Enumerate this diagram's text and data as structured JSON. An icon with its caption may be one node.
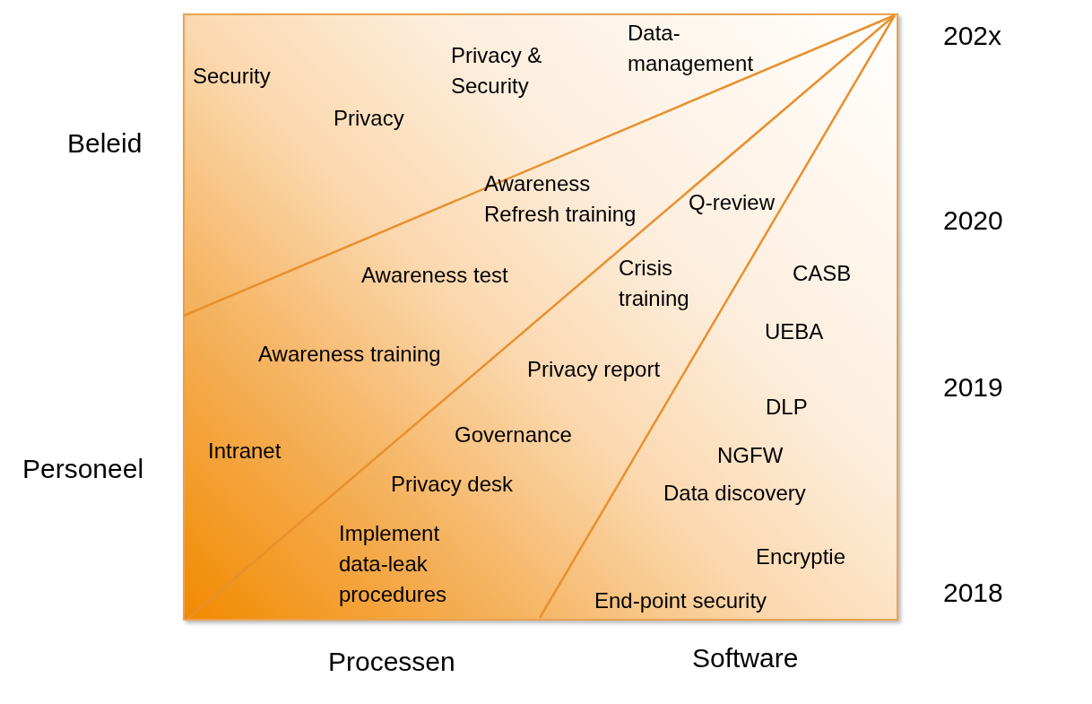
{
  "diagram": {
    "labels": [
      "202x",
      "Data-management",
      "Privacy & Security",
      "Security",
      "Privacy",
      "Beleid",
      "Awareness Refresh training",
      "Q-review",
      "2020",
      "Awareness test",
      "Crisis training",
      "CASB",
      "UEBA",
      "Awareness training",
      "Privacy report",
      "2019",
      "DLP",
      "Governance",
      "Intranet",
      "NGFW",
      "Personeel",
      "Privacy desk",
      "Data discovery",
      "Implement data-leak procedures",
      "Encryptie",
      "2018",
      "End-point security",
      "Processen",
      "Software"
    ]
  }
}
